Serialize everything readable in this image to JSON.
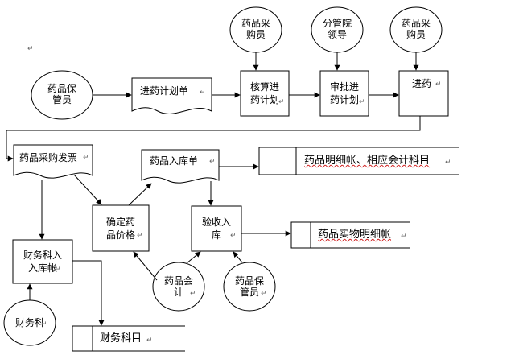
{
  "nodes": {
    "purchaser_top_1": {
      "line1": "药品采",
      "line2": "购员"
    },
    "hospital_leader": {
      "line1": "分管院",
      "line2": "领导"
    },
    "purchaser_top_2": {
      "line1": "药品采",
      "line2": "购员"
    },
    "keeper_top": {
      "line1": "药品保",
      "line2": "管员"
    },
    "purchase_plan_doc": {
      "text": "进药计划单"
    },
    "accounting_plan": {
      "line1": "核算进",
      "line2": "药计划"
    },
    "approve_plan": {
      "line1": "审批进",
      "line2": "药计划"
    },
    "purchase": {
      "text": "进药"
    },
    "invoice_doc": {
      "text": "药品采购发票"
    },
    "inbound_doc": {
      "text": "药品入库单"
    },
    "detail_ledger_store": {
      "text": "药品明细帐、相应会计科目"
    },
    "price_check": {
      "line1": "确定药",
      "line2": "品价格"
    },
    "inspection": {
      "line1": "验收入",
      "line2": "库"
    },
    "physical_ledger_store": {
      "text": "药品实物明细帐"
    },
    "finance_inbound": {
      "line1": "财务科入",
      "line2": "入库帐"
    },
    "drug_accountant": {
      "line1": "药品会",
      "line2": "计"
    },
    "keeper_bottom": {
      "line1": "药品保",
      "line2": "管员"
    },
    "finance_dept": {
      "text": "财务科"
    },
    "finance_subject_store": {
      "text": "财务科目"
    }
  },
  "paragraph_mark": "↵"
}
